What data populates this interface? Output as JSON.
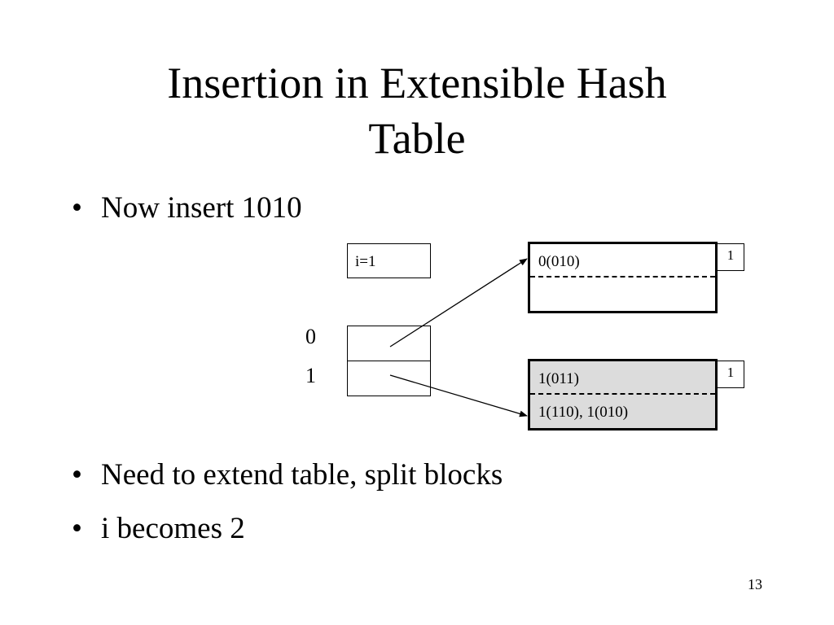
{
  "slide": {
    "title_line1": "Insertion in Extensible Hash",
    "title_line2": "Table",
    "bullets": [
      "Now insert 1010",
      "Need to extend table, split blocks",
      "i becomes 2"
    ],
    "bullet_char": "•",
    "page_number": "13"
  },
  "diagram": {
    "global_depth_label": "i=1",
    "directory_indices": [
      "0",
      "1"
    ],
    "buckets": [
      {
        "entries": [
          "0(010)",
          ""
        ],
        "local_depth": "1",
        "highlighted": false
      },
      {
        "entries": [
          "1(011)",
          "1(110), 1(010)"
        ],
        "local_depth": "1",
        "highlighted": true
      }
    ],
    "highlight_color": "#dcdcdc"
  }
}
